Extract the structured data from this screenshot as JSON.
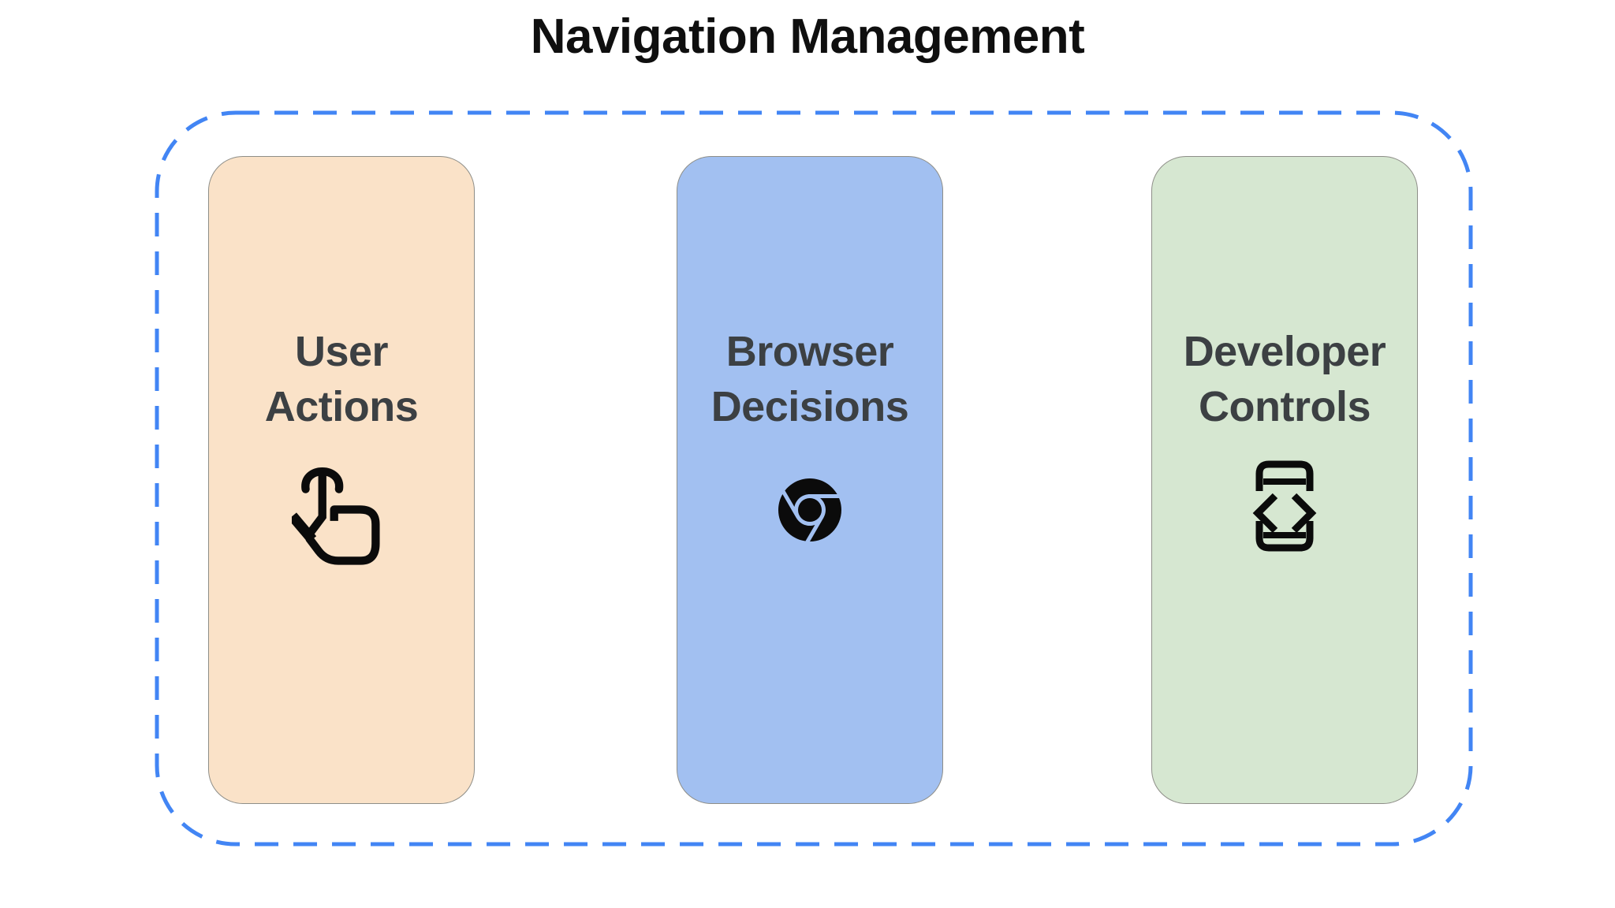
{
  "title": "Navigation Management",
  "container": {
    "name": "navigation-management-group",
    "border_color": "#4285F4",
    "border_style": "dashed"
  },
  "colors": {
    "title_text": "#0F0F0F",
    "card_label_text": "#3C4043",
    "card_border": "#8E8E88",
    "icon": "#0B0B0B",
    "background": "#FFFFFF"
  },
  "cards": [
    {
      "label": "User Actions",
      "icon": "touch-gesture-icon",
      "bg": "#FAE2C8"
    },
    {
      "label": "Browser Decisions",
      "icon": "chrome-icon",
      "bg": "#A2C0F1"
    },
    {
      "label": "Developer Controls",
      "icon": "developer-mode-icon",
      "bg": "#D6E7D1"
    }
  ]
}
